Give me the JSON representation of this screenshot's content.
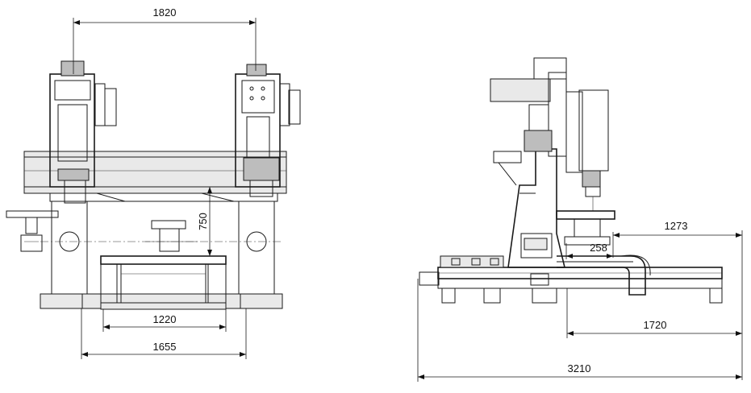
{
  "dimensions": {
    "front_top_width": "1820",
    "front_height": "750",
    "front_table_width": "1220",
    "front_base_width": "1655",
    "side_upper_length": "1273",
    "side_offset": "258",
    "side_lower_length": "1720",
    "side_total_length": "3210"
  }
}
